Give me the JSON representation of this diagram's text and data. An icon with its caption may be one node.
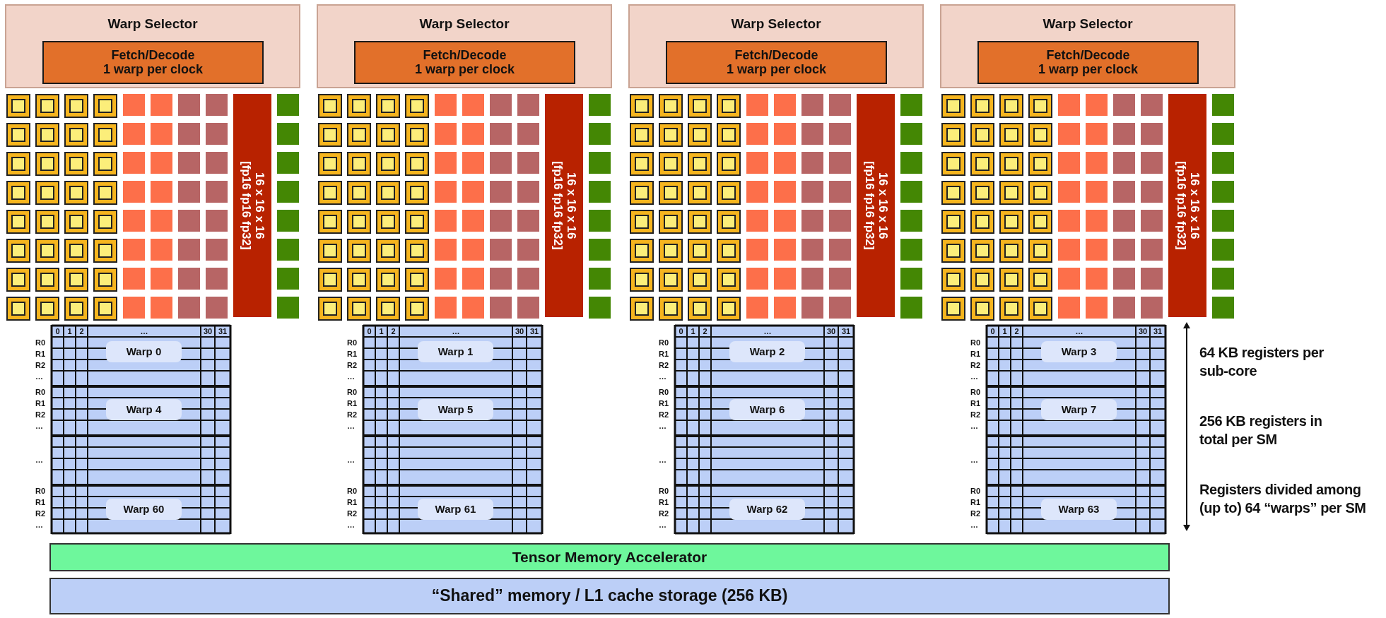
{
  "diagram": {
    "nodes": [
      {
        "text": [
          "Warp Selector"
        ]
      },
      {
        "text": [
          "Fetch/Decode",
          "1 warp per clock"
        ],
        "in": 0
      },
      {
        "text": [
          "16 x 16 x 16",
          "[fp16 fp16 fp32]"
        ]
      },
      {
        "text": [],
        "shape": "box"
      },
      {
        "text": [
          "Warp 0"
        ],
        "in": 3
      },
      {
        "text": [
          "Warp 4"
        ],
        "in": 3
      },
      {
        "text": [
          "Warp 60"
        ],
        "in": 3
      },
      {
        "text": [
          "Warp Selector"
        ]
      },
      {
        "text": [
          "Fetch/Decode",
          "1 warp per clock"
        ],
        "in": 7
      },
      {
        "text": [
          "16 x 16 x 16",
          "[fp16 fp16 fp32]"
        ]
      },
      {
        "text": [],
        "shape": "box"
      },
      {
        "text": [
          "Warp 1"
        ],
        "in": 10
      },
      {
        "text": [
          "Warp 5"
        ],
        "in": 10
      },
      {
        "text": [
          "Warp 61"
        ],
        "in": 10
      },
      {
        "text": [
          "Warp Selector"
        ]
      },
      {
        "text": [
          "Fetch/Decode",
          "1 warp per clock"
        ],
        "in": 14
      },
      {
        "text": [
          "16 x 16 x 16",
          "[fp16 fp16 fp32]"
        ]
      },
      {
        "text": [],
        "shape": "box"
      },
      {
        "text": [
          "Warp 2"
        ],
        "in": 17
      },
      {
        "text": [
          "Warp 6"
        ],
        "in": 17
      },
      {
        "text": [
          "Warp 62"
        ],
        "in": 17
      },
      {
        "text": [
          "Warp Selector"
        ]
      },
      {
        "text": [
          "Fetch/Decode",
          "1 warp per clock"
        ],
        "in": 21
      },
      {
        "text": [
          "16 x 16 x 16",
          "[fp16 fp16 fp32]"
        ]
      },
      {
        "text": [],
        "shape": "box"
      },
      {
        "text": [
          "Warp 3"
        ],
        "in": 24
      },
      {
        "text": [
          "Warp 7"
        ],
        "in": 24
      },
      {
        "text": [
          "Warp 63"
        ],
        "in": 24
      },
      {
        "text": [
          "Tensor Memory Accelerator"
        ]
      },
      {
        "text": [
          "“Shared” memory / L1 cache storage (256 KB)"
        ]
      }
    ],
    "labels": [
      "0",
      "1",
      "2",
      "…",
      "30",
      "31",
      "R0",
      "R1",
      "R2",
      "…",
      "R0",
      "R1",
      "R2",
      "…",
      "…",
      "R0",
      "R1",
      "R2",
      "…",
      "0",
      "1",
      "2",
      "…",
      "30",
      "31",
      "R0",
      "R1",
      "R2",
      "…",
      "R0",
      "R1",
      "R2",
      "…",
      "…",
      "R0",
      "R1",
      "R2",
      "…",
      "0",
      "1",
      "2",
      "…",
      "30",
      "31",
      "R0",
      "R1",
      "R2",
      "…",
      "R0",
      "R1",
      "R2",
      "…",
      "…",
      "R0",
      "R1",
      "R2",
      "…",
      "0",
      "1",
      "2",
      "…",
      "30",
      "31",
      "R0",
      "R1",
      "R2",
      "…",
      "R0",
      "R1",
      "R2",
      "…",
      "…",
      "R0",
      "R1",
      "R2",
      "…",
      "64 KB registers per sub-core",
      "256 KB registers in total per SM",
      "Registers divided among (up to) 64 “warps” per SM"
    ]
  }
}
